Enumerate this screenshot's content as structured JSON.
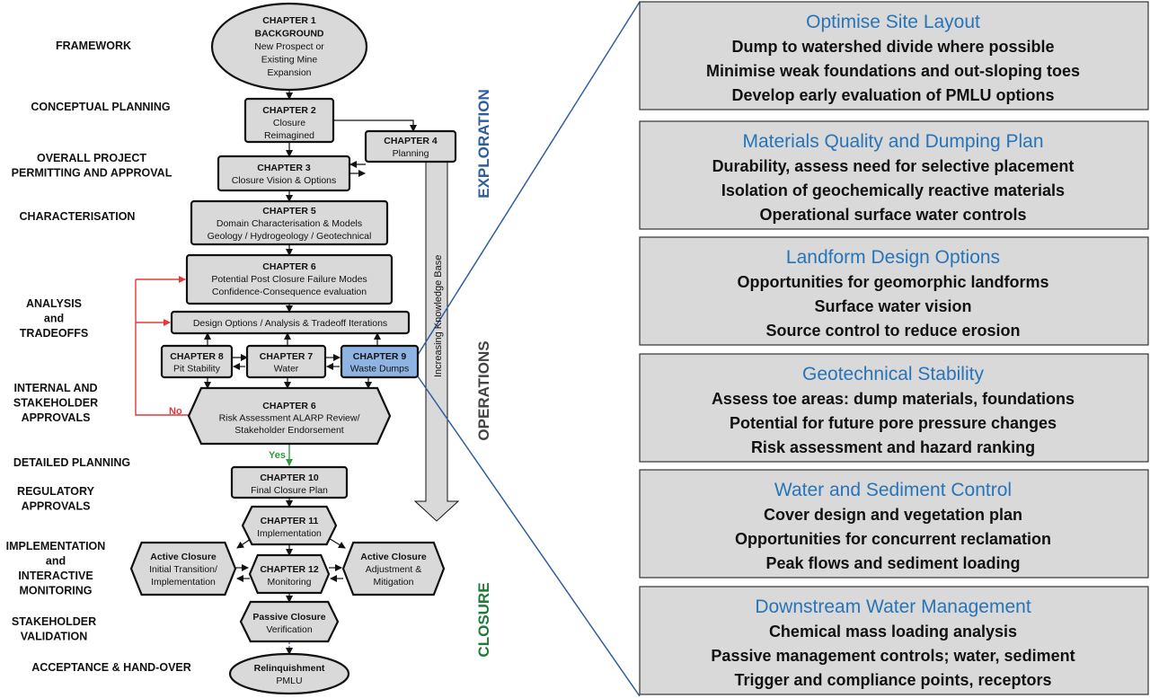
{
  "stage_labels": [
    [
      "FRAMEWORK"
    ],
    [
      "CONCEPTUAL PLANNING"
    ],
    [
      "OVERALL PROJECT",
      "PERMITTING AND APPROVAL"
    ],
    [
      "CHARACTERISATION"
    ],
    [
      "ANALYSIS",
      "and",
      "TRADEOFFS"
    ],
    [
      "INTERNAL AND",
      "STAKEHOLDER",
      "APPROVALS"
    ],
    [
      "DETAILED PLANNING"
    ],
    [
      "REGULATORY",
      "APPROVALS"
    ],
    [
      "IMPLEMENTATION",
      "and",
      "INTERACTIVE",
      "MONITORING"
    ],
    [
      "STAKEHOLDER",
      "VALIDATION"
    ],
    [
      "ACCEPTANCE & HAND-OVER"
    ]
  ],
  "nodes": {
    "ch1": [
      "CHAPTER 1",
      "BACKGROUND",
      "New Prospect or",
      "Existing Mine",
      "Expansion"
    ],
    "ch2": [
      "CHAPTER 2",
      "Closure",
      "Reimagined"
    ],
    "ch4": [
      "CHAPTER 4",
      "Planning"
    ],
    "ch3": [
      "CHAPTER 3",
      "Closure Vision & Options"
    ],
    "ch5": [
      "CHAPTER 5",
      "Domain Characterisation & Models",
      "Geology / Hydrogeology / Geotechnical"
    ],
    "ch6a": [
      "CHAPTER 6",
      "Potential Post Closure Failure Modes",
      "Confidence-Consequence evaluation"
    ],
    "design": [
      "Design Options / Analysis & Tradeoff Iterations"
    ],
    "ch8": [
      "CHAPTER 8",
      "Pit Stability"
    ],
    "ch7": [
      "CHAPTER 7",
      "Water"
    ],
    "ch9": [
      "CHAPTER 9",
      "Waste Dumps"
    ],
    "ch6b": [
      "CHAPTER 6",
      "Risk Assessment ALARP Review/",
      "Stakeholder Endorsement"
    ],
    "ch10": [
      "CHAPTER 10",
      "Final Closure Plan"
    ],
    "ch11": [
      "CHAPTER 11",
      "Implementation"
    ],
    "ac1": [
      "Active Closure",
      "Initial Transition/",
      "Implementation"
    ],
    "ch12": [
      "CHAPTER 12",
      "Monitoring"
    ],
    "ac2": [
      "Active Closure",
      "Adjustment &",
      "Mitigation"
    ],
    "passive": [
      "Passive Closure",
      "Verification"
    ],
    "relinq": [
      "Relinquishment",
      "PMLU"
    ]
  },
  "edge_labels": {
    "no": "No",
    "yes": "Yes"
  },
  "knowledge_arrow": "Increasing Knowledge Base",
  "phases": [
    {
      "label": "EXPLORATION",
      "color": "#2f5e9e"
    },
    {
      "label": "OPERATIONS",
      "color": "#444444"
    },
    {
      "label": "CLOSURE",
      "color": "#1f7a3a"
    }
  ],
  "panels": [
    {
      "title": "Optimise Site Layout",
      "lines": [
        "Dump to watershed divide where possible",
        "Minimise weak foundations and out-sloping toes",
        "Develop early evaluation of PMLU options"
      ]
    },
    {
      "title": "Materials Quality and Dumping Plan",
      "lines": [
        "Durability, assess need for selective placement",
        "Isolation of geochemically reactive materials",
        "Operational surface water controls"
      ]
    },
    {
      "title": "Landform Design Options",
      "lines": [
        "Opportunities for geomorphic landforms",
        "Surface water vision",
        "Source control to reduce erosion"
      ]
    },
    {
      "title": "Geotechnical Stability",
      "lines": [
        "Assess toe areas: dump materials, foundations",
        "Potential for future pore pressure changes",
        "Risk assessment and hazard ranking"
      ]
    },
    {
      "title": "Water and Sediment Control",
      "lines": [
        "Cover design and vegetation plan",
        "Opportunities for concurrent reclamation",
        "Peak flows and sediment loading"
      ]
    },
    {
      "title": "Downstream Water Management",
      "lines": [
        "Chemical mass loading analysis",
        "Passive management controls; water, sediment",
        "Trigger and compliance points, receptors"
      ]
    }
  ],
  "colors": {
    "node_fill": "#d9d9d9",
    "highlight_fill": "#8fb4e3",
    "panel_fill": "#d9d9d9",
    "panel_title": "#2874b8",
    "connector": "#2f5e9e",
    "feedback": "#e03a3a",
    "yes": "#2e9b3e"
  }
}
